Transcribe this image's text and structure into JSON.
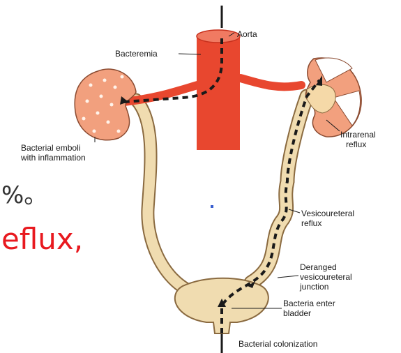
{
  "slide": {
    "text_fragment_1": "%。",
    "text_fragment_2": "eflux,"
  },
  "diagram": {
    "labels": {
      "aorta": "Aorta",
      "bacteremia": "Bacteremia",
      "bacterial_emboli_line1": "Bacterial emboli",
      "bacterial_emboli_line2": "with inflammation",
      "intrarenal_line1": "Intrarenal",
      "intrarenal_line2": "reflux",
      "vesicoureteral_line1": "Vesicoureteral",
      "vesicoureteral_line2": "reflux",
      "deranged_line1": "Deranged",
      "deranged_line2": "vesicoureteral",
      "deranged_line3": "junction",
      "bacteria_enter_line1": "Bacteria enter",
      "bacteria_enter_line2": "bladder",
      "colonization": "Bacterial colonization"
    },
    "colors": {
      "aorta": "#e8472f",
      "kidney": "#f2a07e",
      "urinary_tract": "#f0dcb0",
      "path": "#1a1a1a",
      "highlight_text": "#e8191f"
    }
  }
}
